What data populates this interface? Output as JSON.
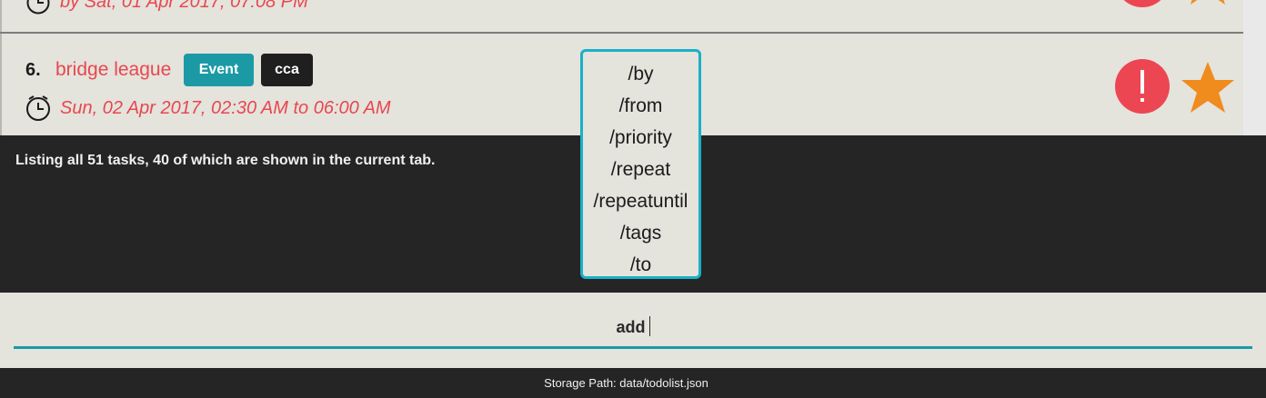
{
  "previous_task": {
    "date_text": "by Sat, 01 Apr 2017, 07:08 PM"
  },
  "task": {
    "index": "6.",
    "name": "bridge league",
    "tags": [
      "Event",
      "cca"
    ],
    "date_text": "Sun, 02 Apr 2017, 02:30 AM to 06:00 AM",
    "priority_icon": "high-priority-icon",
    "star_icon": "star-icon"
  },
  "result": {
    "message": "Listing all 51 tasks, 40 of which are shown in the current tab."
  },
  "command": {
    "value": "add"
  },
  "autocomplete": {
    "options": [
      "/by",
      "/from",
      "/priority",
      "/repeat",
      "/repeatuntil",
      "/tags",
      "/to"
    ]
  },
  "status": {
    "storage_path": "Storage Path: data/todolist.json"
  },
  "colors": {
    "accent": "#1b9aa5",
    "task_red": "#e8474f",
    "star_orange": "#f08b1d",
    "panel_dark": "#252525"
  }
}
